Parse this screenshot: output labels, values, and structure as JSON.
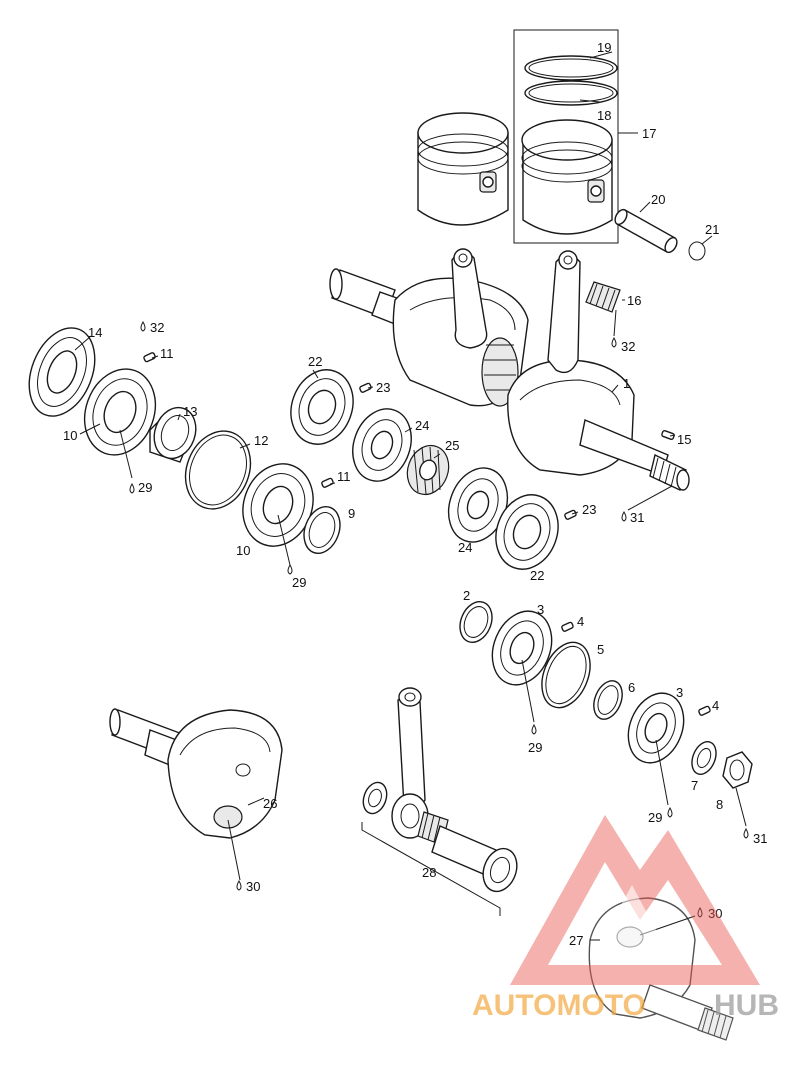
{
  "labels": {
    "l1": "1",
    "l2": "2",
    "l3a": "3",
    "l3b": "3",
    "l4a": "4",
    "l4b": "4",
    "l5": "5",
    "l6": "6",
    "l7": "7",
    "l8": "8",
    "l9": "9",
    "l10a": "10",
    "l10b": "10",
    "l11a": "11",
    "l11b": "11",
    "l12": "12",
    "l13": "13",
    "l14": "14",
    "l15": "15",
    "l16": "16",
    "l17": "17",
    "l18": "18",
    "l19": "19",
    "l20": "20",
    "l21": "21",
    "l22a": "22",
    "l22b": "22",
    "l23a": "23",
    "l23b": "23",
    "l24a": "24",
    "l24b": "24",
    "l25": "25",
    "l26": "26",
    "l27": "27",
    "l28": "28",
    "l29a": "29",
    "l29b": "29",
    "l29c": "29",
    "l29d": "29",
    "l30a": "30",
    "l30b": "30",
    "l31a": "31",
    "l31b": "31",
    "l32a": "32",
    "l32b": "32"
  },
  "watermark": {
    "part1": "AUTOMOTO",
    "part2": "HUB"
  },
  "colors": {
    "watermark_red": "#e8574f",
    "watermark_orange": "#f3a63b",
    "watermark_gray": "#9a9a9a",
    "line": "#1a1a1a"
  }
}
